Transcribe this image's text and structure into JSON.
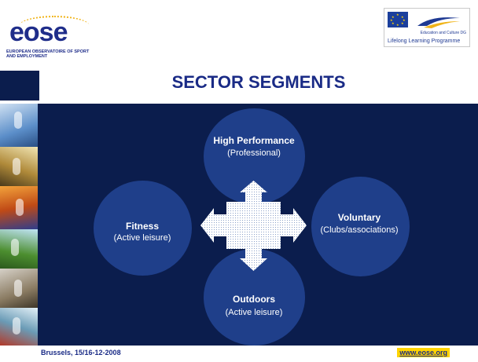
{
  "logos": {
    "eose_word": "eose",
    "eose_subtitle": "European Observatoire of Sport and Employment",
    "eu_dg": "Education and Culture DG",
    "eu_programme": "Lifelong Learning Programme"
  },
  "title": "SECTOR SEGMENTS",
  "nodes": {
    "top": {
      "title": "High Performance",
      "subtitle": "(Professional)"
    },
    "left": {
      "title": "Fitness",
      "subtitle": "(Active leisure)"
    },
    "right": {
      "title": "Voluntary",
      "subtitle": "(Clubs/associations)"
    },
    "bottom": {
      "title": "Outdoors",
      "subtitle": "(Active leisure)"
    }
  },
  "footer": {
    "location_date": "Brussels, 15/16-12-2008",
    "website": "www.eose.org"
  },
  "colors": {
    "background": "#0b1d4d",
    "circle": "#1f3f8a",
    "title": "#1a2b86",
    "link_highlight": "#ffd400"
  }
}
